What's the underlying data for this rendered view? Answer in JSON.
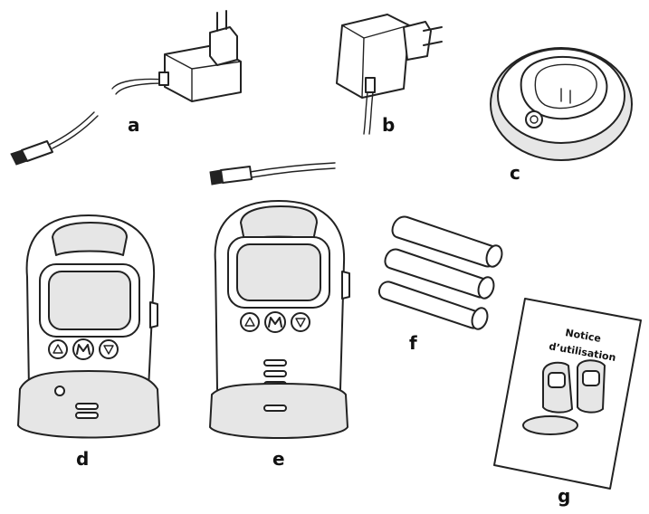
{
  "parts": [
    {
      "id": "a",
      "label": "a",
      "item": "power-adapter"
    },
    {
      "id": "b",
      "label": "b",
      "item": "power-adapter"
    },
    {
      "id": "c",
      "label": "c",
      "item": "charging-base"
    },
    {
      "id": "d",
      "label": "d",
      "item": "baby-unit"
    },
    {
      "id": "e",
      "label": "e",
      "item": "parent-unit"
    },
    {
      "id": "f",
      "label": "f",
      "item": "battery-pack"
    },
    {
      "id": "g",
      "label": "g",
      "item": "user-manual"
    }
  ],
  "manual": {
    "title_line1": "Notice",
    "title_line2": "d’utilisation"
  },
  "unit_buttons": {
    "up_icon": "triangle-up-icon",
    "menu_icon": "m-icon",
    "down_icon": "triangle-down-icon"
  },
  "colors": {
    "ink": "#222222",
    "paper": "#ffffff",
    "shade": "#e6e6e6"
  }
}
